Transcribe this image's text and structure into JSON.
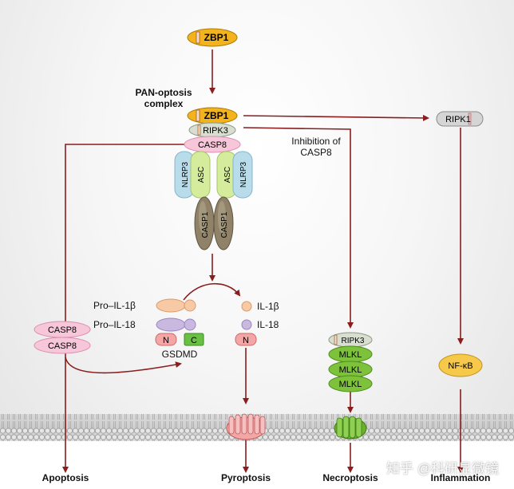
{
  "top": {
    "zbp1": "ZBP1"
  },
  "complex": {
    "title": "PAN-optosis\ncomplex",
    "zbp1": "ZBP1",
    "ripk3": "RIPK3",
    "casp8": "CASP8",
    "nlrp3": "NLRP3",
    "asc": "ASC",
    "casp1": "CASP1"
  },
  "branch": {
    "inhibition": "Inhibition of\nCASP8",
    "ripk1": "RIPK1"
  },
  "pyro": {
    "pro_il1b": "Pro–IL-1β",
    "pro_il18": "Pro–IL-18",
    "il1b": "IL-1β",
    "il18": "IL-18",
    "n": "N",
    "c": "C",
    "gsdmd": "GSDMD"
  },
  "apop": {
    "casp8_a": "CASP8",
    "casp8_b": "CASP8"
  },
  "necro": {
    "ripk3": "RIPK3",
    "mlkl": "MLKL"
  },
  "inflam": {
    "nfkb": "NF-κB"
  },
  "outcomes": {
    "apoptosis": "Apoptosis",
    "pyroptosis": "Pyroptosis",
    "necroptosis": "Necroptosis",
    "inflammation": "Inflammation"
  },
  "watermark": "知乎 @科研显微镜",
  "colors": {
    "arrow": "#8a1d1d",
    "zbp1": "#f2b31c",
    "ripk3": "#d8dfd0",
    "casp8": "#f7c6d8",
    "nlrp3": "#b8dcea",
    "asc": "#d5ec9c",
    "casp1": "#8f8268",
    "mlkl": "#7dc23a",
    "nfkb": "#f7c94a",
    "gsdmd_c": "#6abf45",
    "gsdmd_n": "#f4a6a6"
  }
}
